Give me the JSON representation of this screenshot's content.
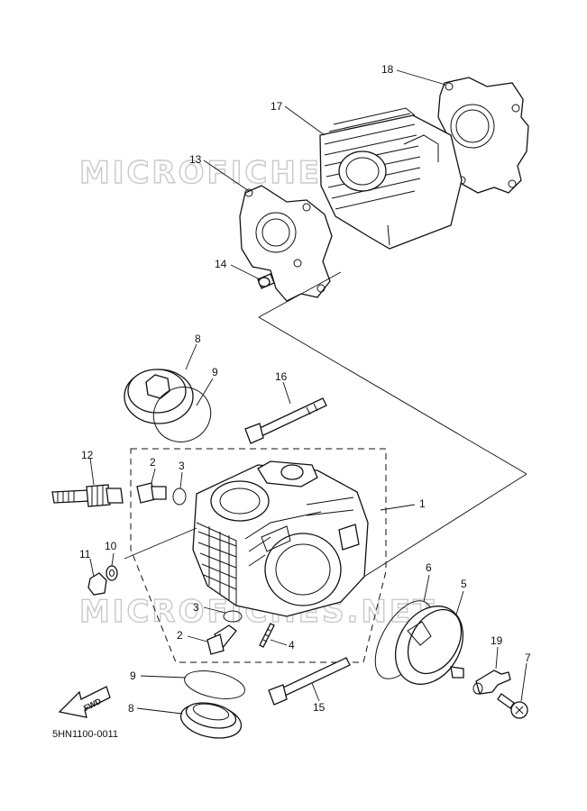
{
  "watermark": {
    "text": "MICROFICHES.NET",
    "color": "#c9c9c9"
  },
  "diagram_code": "5HN1100-0011",
  "fwd_label": "FWD",
  "callouts": {
    "c1": "1",
    "c2a": "2",
    "c2b": "2",
    "c3a": "3",
    "c3b": "3",
    "c4": "4",
    "c5": "5",
    "c6": "6",
    "c7": "7",
    "c8a": "8",
    "c8b": "8",
    "c9a": "9",
    "c9b": "9",
    "c10": "10",
    "c11": "11",
    "c12": "12",
    "c13": "13",
    "c14": "14",
    "c15": "15",
    "c16": "16",
    "c17": "17",
    "c18": "18",
    "c19": "19"
  }
}
